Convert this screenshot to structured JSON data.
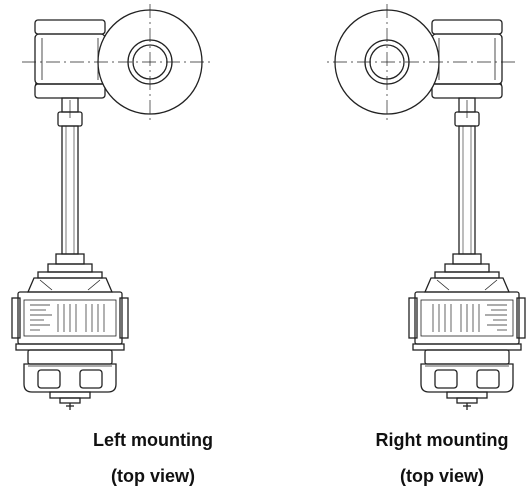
{
  "left_view": {
    "caption_line1": "Left mounting",
    "caption_line2": "(top view)"
  },
  "right_view": {
    "caption_line1": "Right mounting",
    "caption_line2": "(top view)"
  },
  "line_color": "#222222"
}
